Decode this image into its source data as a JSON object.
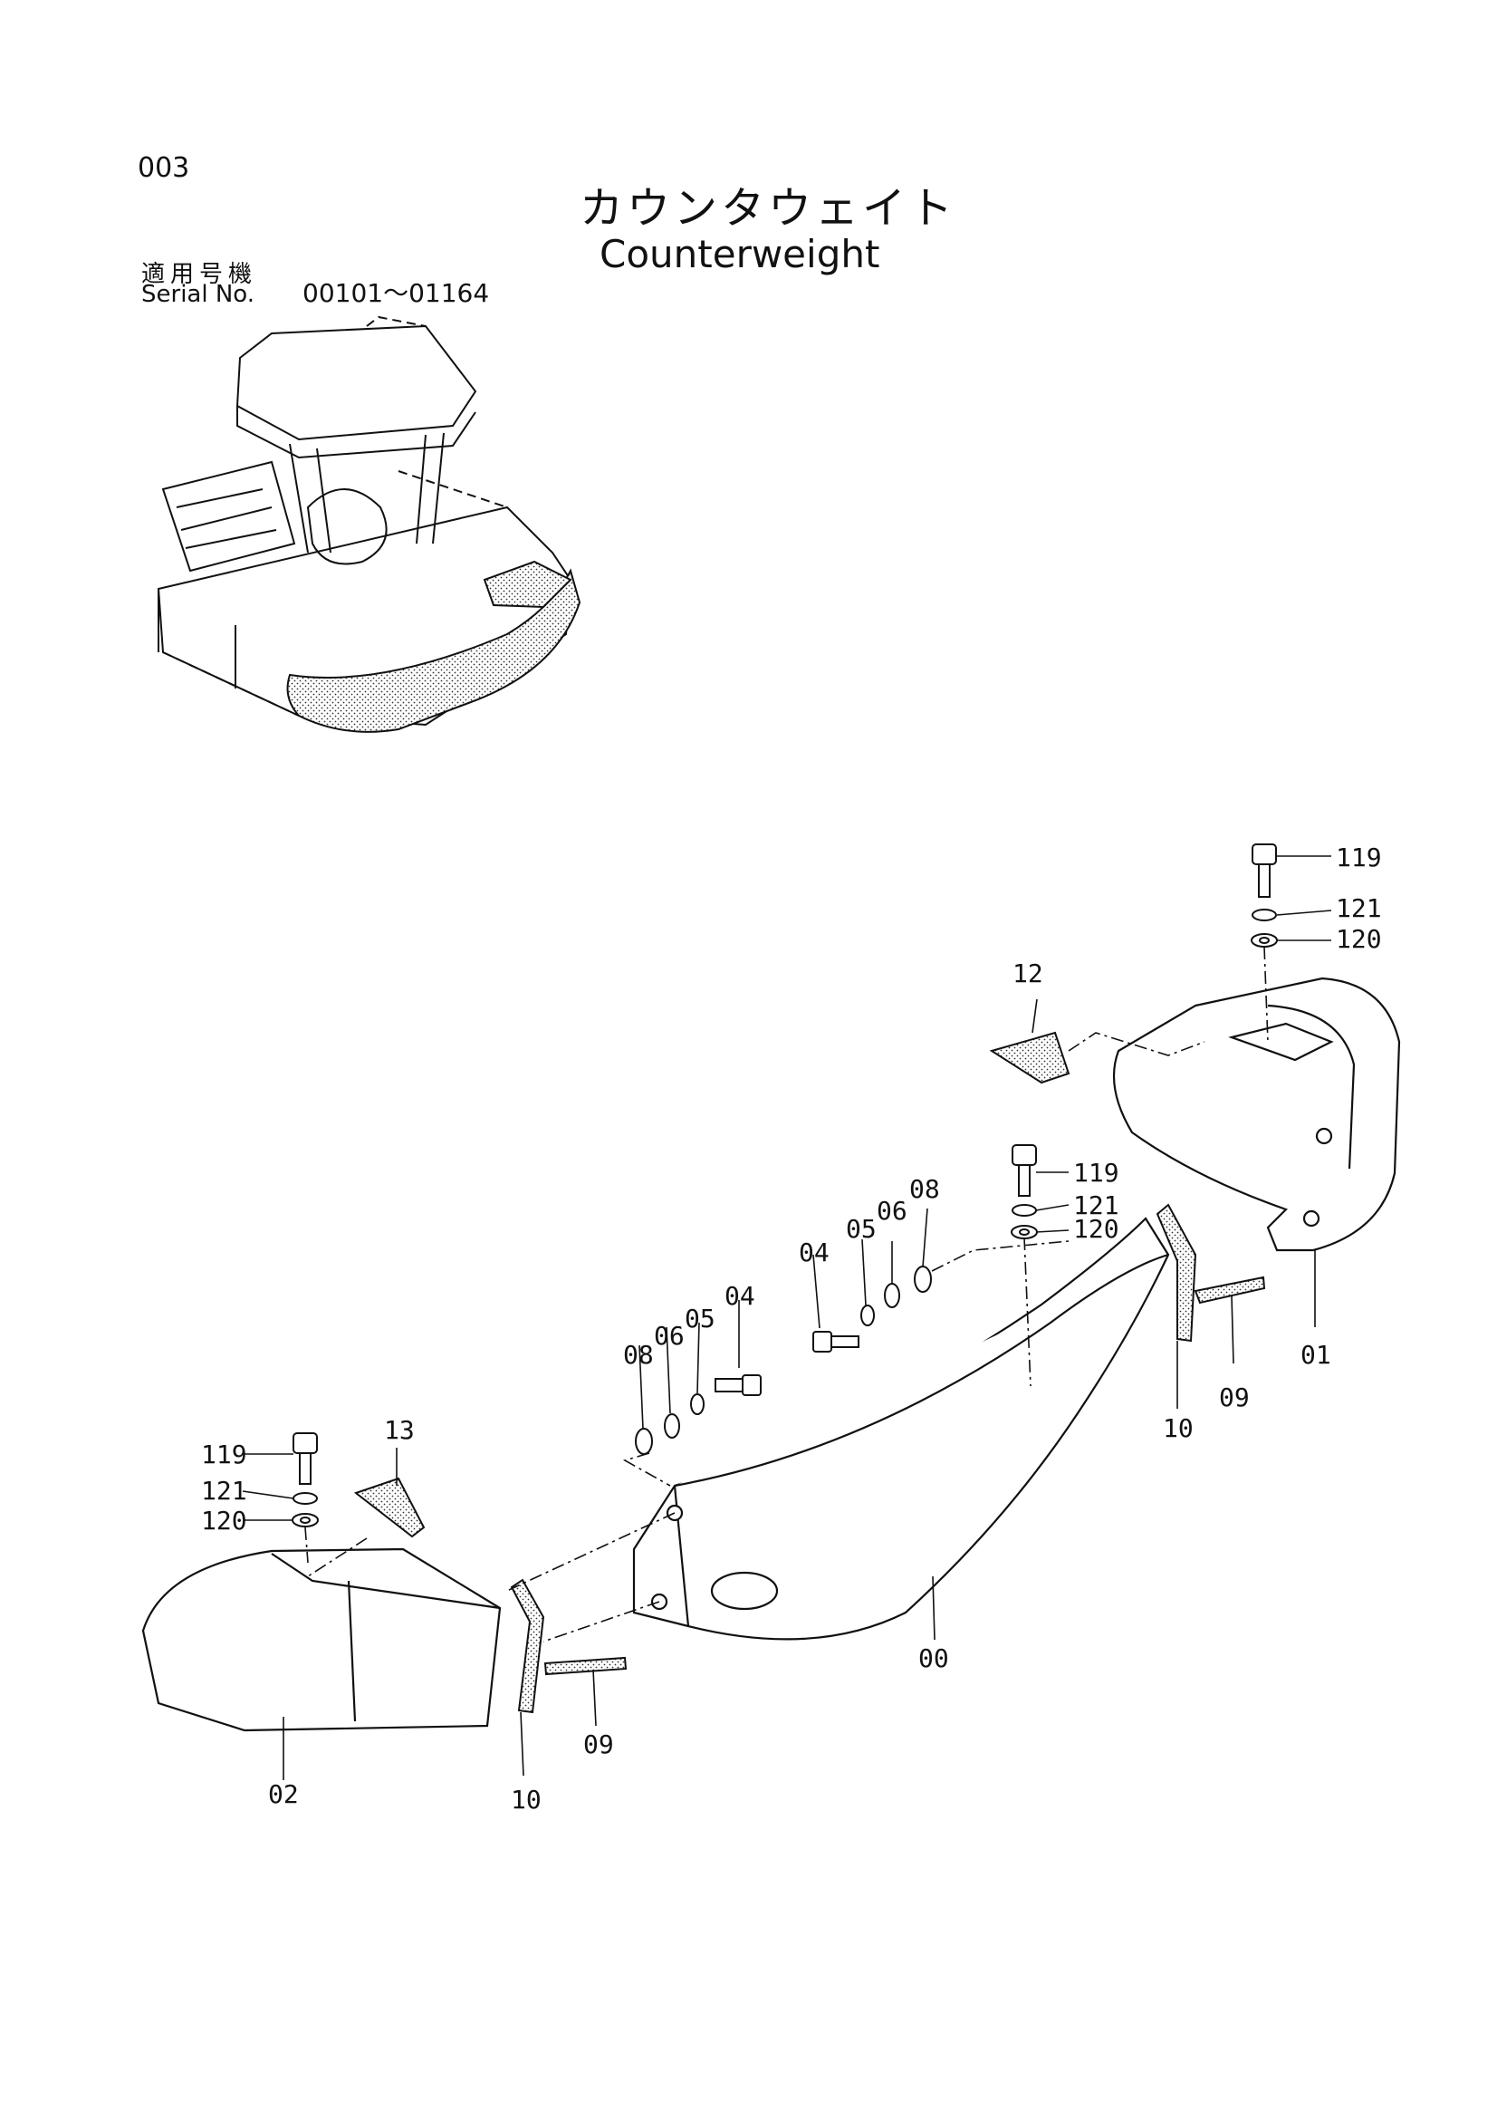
{
  "page_number": "003",
  "title_jp": "カウンタウェイト",
  "title_en": "Counterweight",
  "serial_label_jp": "適用号機",
  "serial_label_en": "Serial No.",
  "serial_range": "00101～01164",
  "callouts": {
    "c119a": "119",
    "c121a": "121",
    "c120a": "120",
    "c12": "12",
    "c01": "01",
    "c119b": "119",
    "c121b": "121",
    "c120b": "120",
    "c08a": "08",
    "c06a": "06",
    "c05a": "05",
    "c04a": "04",
    "c08b": "08",
    "c06b": "06",
    "c05b": "05",
    "c04b": "04",
    "c10a": "10",
    "c09a": "09",
    "c119c": "119",
    "c121c": "121",
    "c120c": "120",
    "c13": "13",
    "c00": "00",
    "c02": "02",
    "c09b": "09",
    "c10b": "10"
  }
}
